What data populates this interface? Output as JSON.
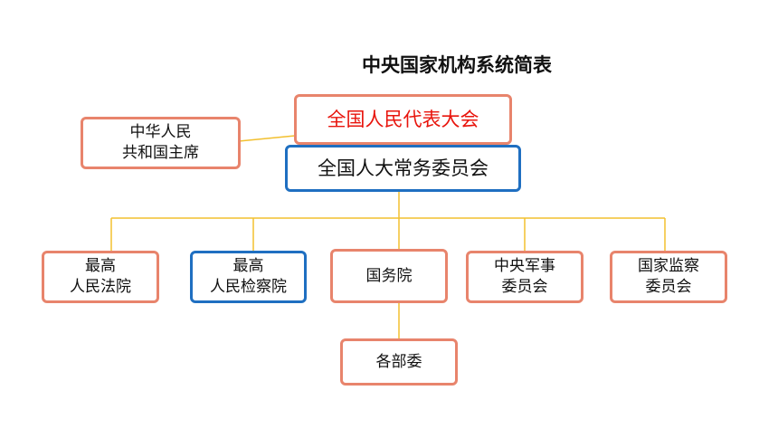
{
  "title": "中央国家机构系统简表",
  "nodes": {
    "npc": "全国人民代表大会",
    "president": "中华人民\n共和国主席",
    "standing": "全国人大常务委员会",
    "court": "最高\n人民法院",
    "procuratorate": "最高\n人民检察院",
    "state_council": "国务院",
    "military": "中央军事\n委员会",
    "supervision": "国家监察\n委员会",
    "ministries": "各部委"
  },
  "colors": {
    "line": "#f2c02f",
    "orange_border": "#e8846c",
    "blue_border": "#1f6fc1",
    "npc_text": "#e8140c"
  }
}
